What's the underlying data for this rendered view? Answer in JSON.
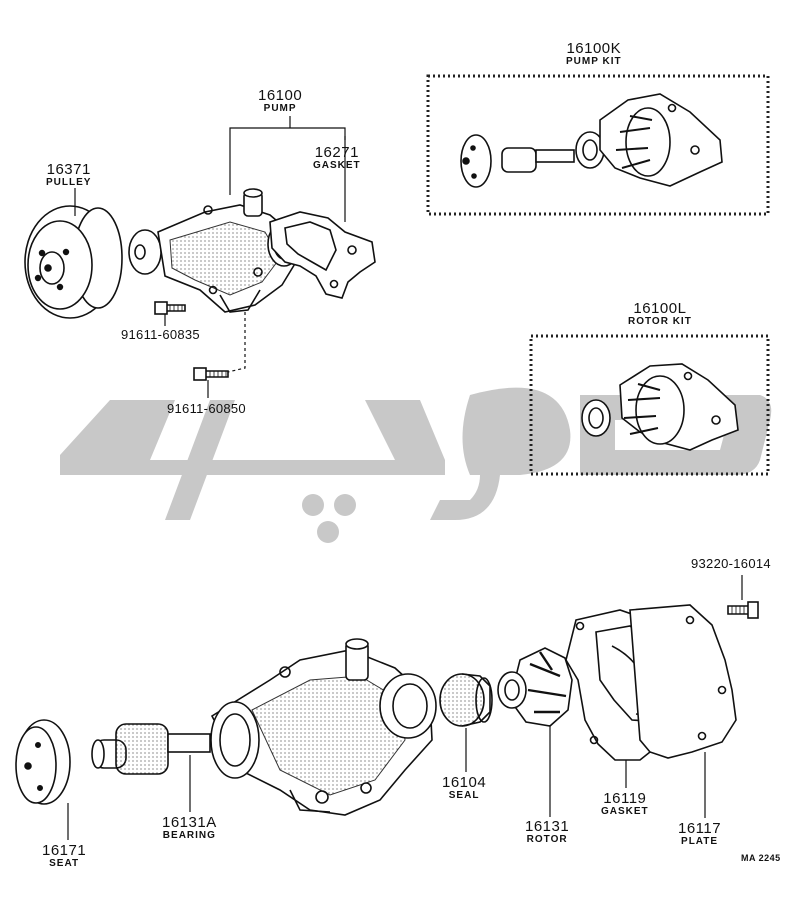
{
  "parts": {
    "pump": {
      "number": "16100",
      "name": "PUMP"
    },
    "gasket_top": {
      "number": "16271",
      "name": "GASKET"
    },
    "pulley": {
      "number": "16371",
      "name": "PULLEY"
    },
    "pump_kit": {
      "number": "16100K",
      "name": "PUMP KIT"
    },
    "rotor_kit": {
      "number": "16100L",
      "name": "ROTOR KIT"
    },
    "seat": {
      "number": "16171",
      "name": "SEAT"
    },
    "bearing": {
      "number": "16131A",
      "name": "BEARING"
    },
    "seal": {
      "number": "16104",
      "name": "SEAL"
    },
    "rotor": {
      "number": "16131",
      "name": "ROTOR"
    },
    "gasket_bottom": {
      "number": "16119",
      "name": "GASKET"
    },
    "plate": {
      "number": "16117",
      "name": "PLATE"
    }
  },
  "bolts": {
    "bolt_a": "91611-60835",
    "bolt_b": "91611-60850",
    "screw": "93220-16014"
  },
  "diagram_ref": "MA 2245",
  "watermark": {
    "color": "#c8c8c8"
  }
}
